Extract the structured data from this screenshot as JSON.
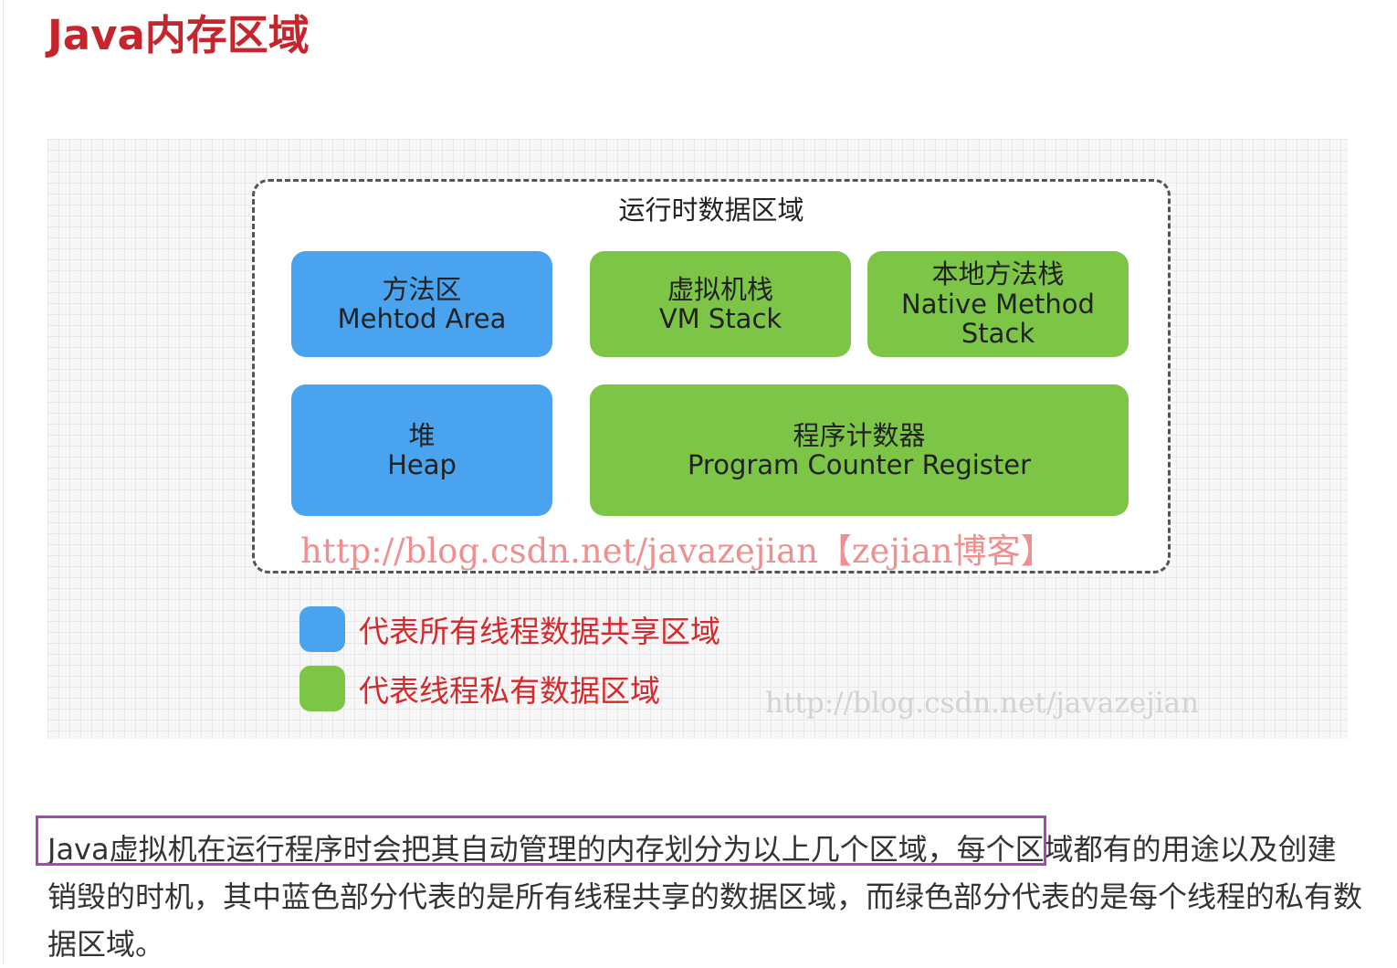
{
  "heading": "Java内存区域",
  "diagram": {
    "region_title": "运行时数据区域",
    "blocks": {
      "method_area": {
        "zh": "方法区",
        "en": "Mehtod Area",
        "color": "#4aa3ee"
      },
      "vm_stack": {
        "zh": "虚拟机栈",
        "en": "VM Stack",
        "color": "#7cc546"
      },
      "native_stack": {
        "zh": "本地方法栈",
        "en_line1": "Native Method",
        "en_line2": "Stack",
        "color": "#7cc546"
      },
      "heap": {
        "zh": "堆",
        "en": "Heap",
        "color": "#4aa3ee"
      },
      "pc_register": {
        "zh": "程序计数器",
        "en": "Program Counter Register",
        "color": "#7cc546"
      }
    },
    "watermark_red": "http://blog.csdn.net/javazejian【zejian博客】",
    "legend": [
      {
        "text": "代表所有线程数据共享区域",
        "color": "#4aa3ee"
      },
      {
        "text": "代表线程私有数据区域",
        "color": "#7cc546"
      }
    ],
    "watermark_gray": "http://blog.csdn.net/javazejian"
  },
  "paragraph": "Java虚拟机在运行程序时会把其自动管理的内存划分为以上几个区域，每个区域都有的用途以及创建销毁的时机，其中蓝色部分代表的是所有线程共享的数据区域，而绿色部分代表的是每个线程的私有数据区域。",
  "colors": {
    "heading": "#c7252d",
    "highlight_border": "#a348b4",
    "legend_text": "#d42a2e"
  }
}
